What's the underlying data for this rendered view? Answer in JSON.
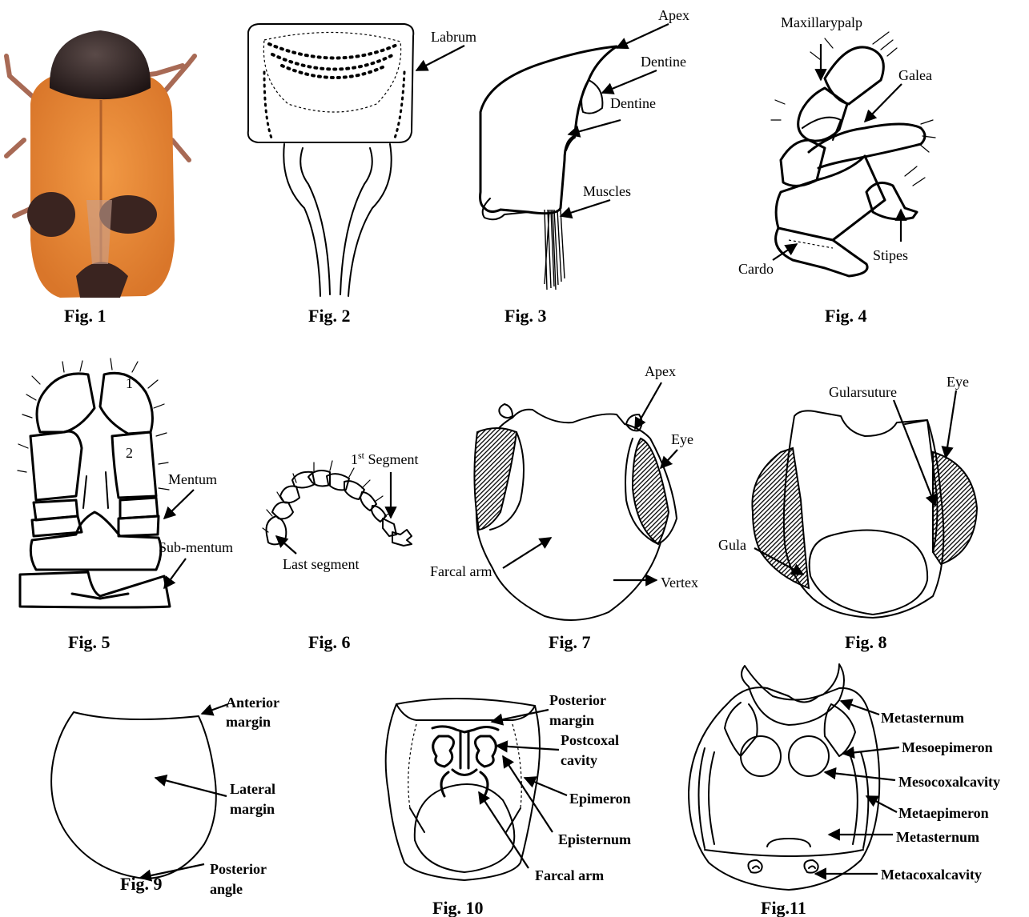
{
  "figure_captions": {
    "fig1": "Fig. 1",
    "fig2": "Fig. 2",
    "fig3": "Fig. 3",
    "fig4": "Fig. 4",
    "fig5": "Fig. 5",
    "fig6": "Fig. 6",
    "fig7": "Fig. 7",
    "fig8": "Fig. 8",
    "fig9": "Fig. 9",
    "fig10": "Fig. 10",
    "fig11": "Fig.11"
  },
  "fig2_labels": {
    "labrum": "Labrum"
  },
  "fig3_labels": {
    "apex": "Apex",
    "dentine_1": "Dentine",
    "dentine_2": "Dentine",
    "muscles": "Muscles"
  },
  "fig4_labels": {
    "maxillary_palp": "Maxillarypalp",
    "galea": "Galea",
    "stipes": "Stipes",
    "cardo": "Cardo"
  },
  "fig5_labels": {
    "segment_1": "1",
    "segment_2": "2",
    "mentum": "Mentum",
    "sub_mentum": "Sub-mentum"
  },
  "fig6_labels": {
    "first_segment_prefix": "1",
    "first_segment_sup": "st",
    "first_segment_suffix": " Segment",
    "last_segment": "Last segment"
  },
  "fig7_labels": {
    "apex": "Apex",
    "eye": "Eye",
    "farcal_arm": "Farcal arm",
    "vertex": "Vertex"
  },
  "fig8_labels": {
    "gular_suture": "Gularsuture",
    "eye": "Eye",
    "gula": "Gula"
  },
  "fig9_labels": {
    "anterior_1": "Anterior",
    "anterior_2": "margin",
    "lateral_1": "Lateral",
    "lateral_2": "margin",
    "posterior_1": "Posterior",
    "posterior_2": "angle"
  },
  "fig10_labels": {
    "posterior_1": "Posterior",
    "posterior_2": "margin",
    "postcoxal_1": "Postcoxal",
    "postcoxal_2": "cavity",
    "epimeron": "Epimeron",
    "episternum": "Episternum",
    "farcal_arm": "Farcal arm"
  },
  "fig11_labels": {
    "metasternum_top": "Metasternum",
    "mesoepimeron": "Mesoepimeron",
    "mesocoxalcavity": "Mesocoxalcavity",
    "metaepimeron": "Metaepimeron",
    "metasternum_mid": "Metasternum",
    "metacoxalcavity": "Metacoxalcavity"
  },
  "colors": {
    "beetle_orange": "#E0842E",
    "beetle_dark": "#2A1E1A",
    "beetle_spot": "#3A2420"
  }
}
